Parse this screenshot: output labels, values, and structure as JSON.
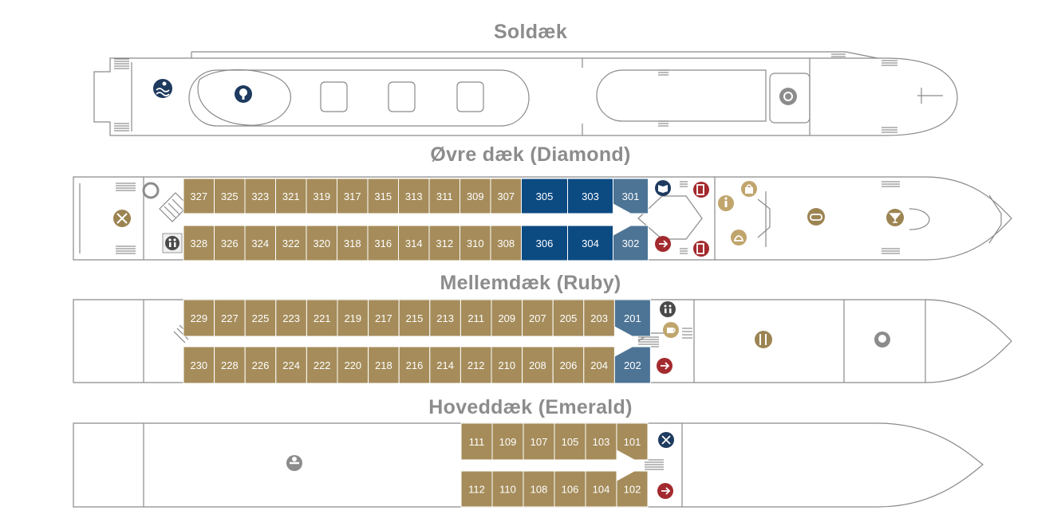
{
  "decks": {
    "sun": {
      "title": "Soldæk"
    },
    "upper": {
      "title": "Øvre dæk (Diamond)"
    },
    "middle": {
      "title": "Mellemdæk (Ruby)"
    },
    "main": {
      "title": "Hoveddæk (Emerald)"
    }
  },
  "colors": {
    "gold": "#a58c5a",
    "navy": "#0c4a82",
    "steel": "#4d7495",
    "outline": "#8a8a8a",
    "title": "#8c8c8c",
    "red_icon": "#a32a2e",
    "navy_icon": "#1e3a5f",
    "grey_icon": "#8c8c8c",
    "gold_icon": "#9c8452"
  },
  "cabins": {
    "upper_top": [
      "327",
      "325",
      "323",
      "321",
      "319",
      "317",
      "315",
      "313",
      "311",
      "309",
      "307",
      "305",
      "303",
      "301"
    ],
    "upper_bottom": [
      "328",
      "326",
      "324",
      "322",
      "320",
      "318",
      "316",
      "314",
      "312",
      "310",
      "308",
      "306",
      "304",
      "302"
    ],
    "middle_top": [
      "229",
      "227",
      "225",
      "223",
      "221",
      "219",
      "217",
      "215",
      "213",
      "211",
      "209",
      "207",
      "205",
      "203",
      "201"
    ],
    "middle_bottom": [
      "230",
      "228",
      "226",
      "224",
      "222",
      "220",
      "218",
      "216",
      "214",
      "212",
      "210",
      "208",
      "206",
      "204",
      "202"
    ],
    "main_top": [
      "111",
      "109",
      "107",
      "105",
      "103",
      "101"
    ],
    "main_bottom": [
      "112",
      "110",
      "108",
      "106",
      "104",
      "102"
    ]
  },
  "icons": {
    "sun": [
      "whirlpool-icon",
      "putting-green-icon",
      "wheelhouse-icon"
    ],
    "upper": [
      "restaurant-icon",
      "elevator-icon",
      "restroom-icon",
      "library-icon",
      "exit-icon",
      "info-icon",
      "shop-icon",
      "reception-icon",
      "lounge-icon",
      "bar-icon"
    ],
    "middle": [
      "restroom-icon",
      "cafe-icon",
      "restaurant-icon",
      "chef-icon",
      "exit-icon"
    ],
    "main": [
      "fitness-icon",
      "salon-icon",
      "exit-icon"
    ]
  }
}
